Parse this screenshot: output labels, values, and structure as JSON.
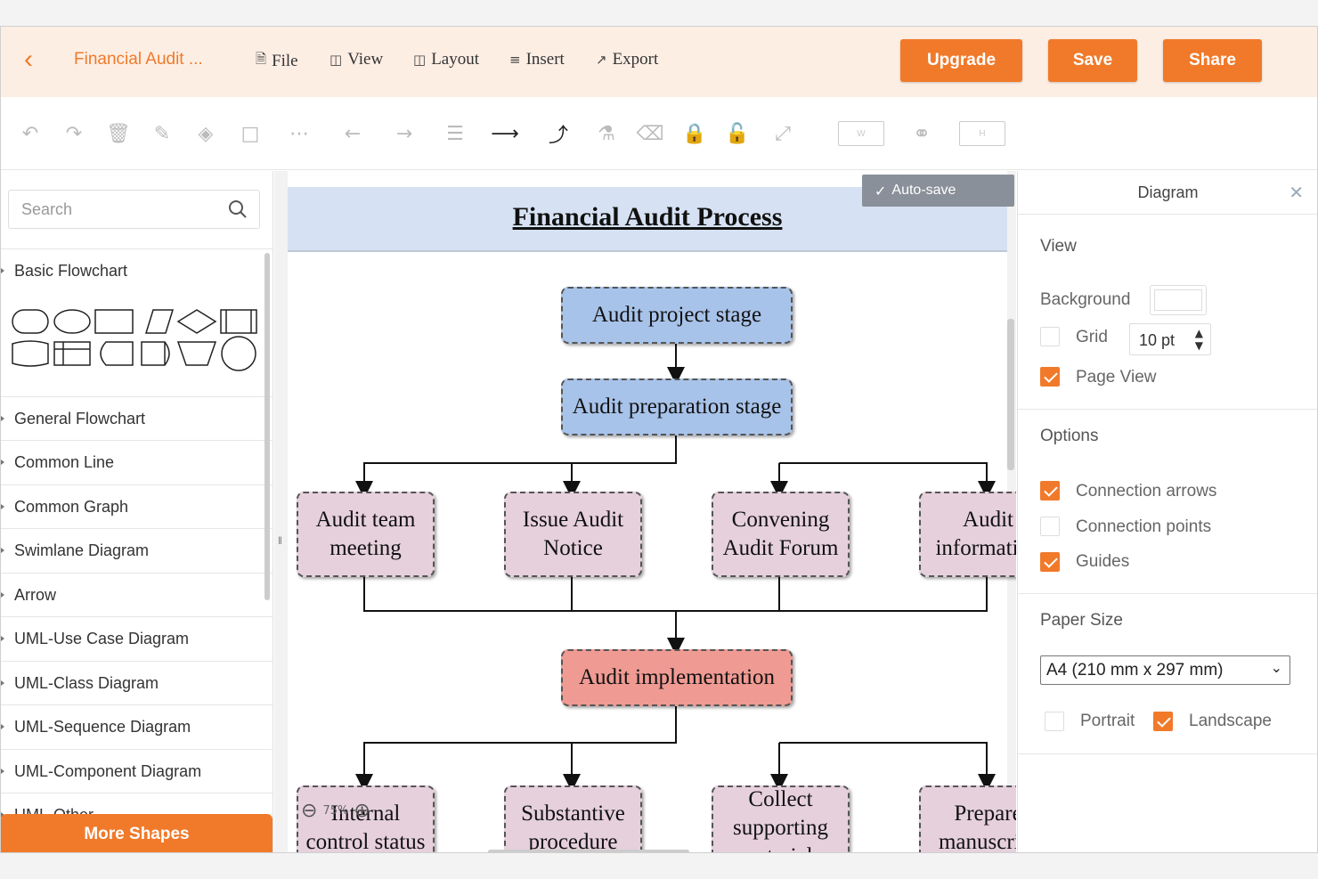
{
  "app": {
    "doc_title_short": "Financial Audit ..."
  },
  "menu": {
    "file": "File",
    "view": "View",
    "layout": "Layout",
    "insert": "Insert",
    "export": "Export"
  },
  "actions": {
    "upgrade": "Upgrade",
    "save": "Save",
    "share": "Share"
  },
  "toolbar": {
    "width_placeholder": "W",
    "height_placeholder": "H"
  },
  "left_panel": {
    "search_placeholder": "Search",
    "categories": [
      "Basic Flowchart",
      "General Flowchart",
      "Common Line",
      "Common Graph",
      "Swimlane Diagram",
      "Arrow",
      "UML-Use Case Diagram",
      "UML-Class Diagram",
      "UML-Sequence Diagram",
      "UML-Component Diagram",
      "UML-Other"
    ],
    "more_shapes": "More Shapes"
  },
  "canvas": {
    "autosave": "Auto-save",
    "title": "Financial Audit Process",
    "zoom": "75%",
    "nodes": {
      "n1": "Audit project stage",
      "n2": "Audit preparation stage",
      "n3a": "Audit team meeting",
      "n3b": "Issue Audit Notice",
      "n3c": "Convening Audit Forum",
      "n3d": "Audit information",
      "n4": "Audit implementation",
      "n5a": "Internal control status",
      "n5b": "Substantive procedure",
      "n5c": "Collect supporting materials",
      "n5d": "Prepare manuscript"
    },
    "colors": {
      "stage": "#a8c3ea",
      "task": "#e6d0dc",
      "impl": "#ef9a93"
    }
  },
  "right_panel": {
    "title": "Diagram",
    "view_section": "View",
    "background_label": "Background",
    "grid_label": "Grid",
    "grid_value": "10 pt",
    "page_view_label": "Page View",
    "options_section": "Options",
    "connection_arrows": "Connection arrows",
    "connection_points": "Connection points",
    "guides": "Guides",
    "paper_size_section": "Paper Size",
    "paper_size_value": "A4 (210 mm x 297 mm)",
    "portrait": "Portrait",
    "landscape": "Landscape"
  },
  "accent_color": "#f07a2a"
}
